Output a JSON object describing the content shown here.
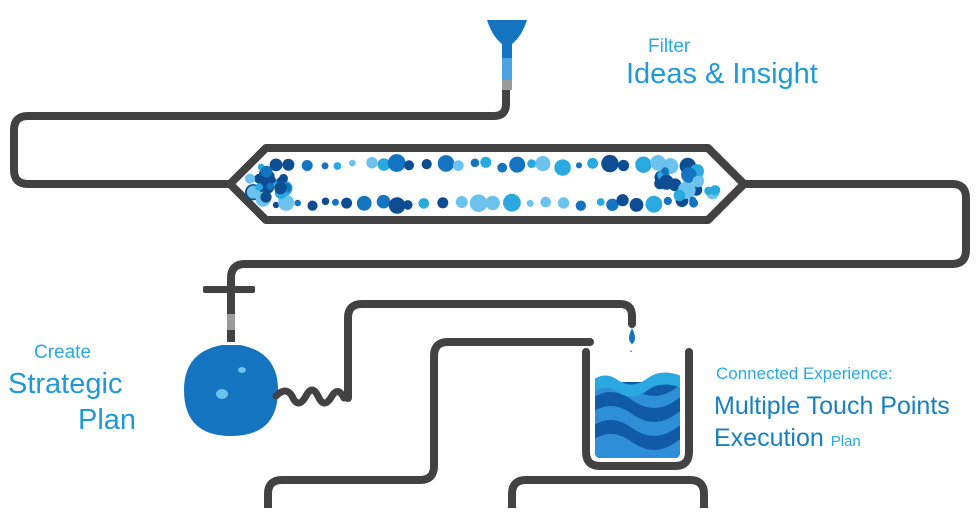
{
  "colors": {
    "pipe": "#424242",
    "accent": "#29a9e0",
    "blue_dark": "#0e4d92",
    "blue_mid": "#1474c0",
    "blue_light": "#29a9e0",
    "blue_pale": "#6cc2ee",
    "water_dark": "#0f5ba8",
    "water_light": "#2e8fd8"
  },
  "labels": {
    "filter": {
      "small": "Filter",
      "large": "Ideas & Insight"
    },
    "create": {
      "small": "Create",
      "line1": "Strategic",
      "line2": "Plan"
    },
    "connected": {
      "small": "Connected Experience:",
      "line1": "Multiple Touch Points",
      "line2_main": "Execution",
      "line2_small": "Plan"
    }
  },
  "icons": {
    "funnel": "funnel-icon",
    "capsule": "bubble-capsule-icon",
    "flask": "round-flask-icon",
    "beaker": "water-beaker-icon",
    "drops": "water-drop-icon"
  }
}
